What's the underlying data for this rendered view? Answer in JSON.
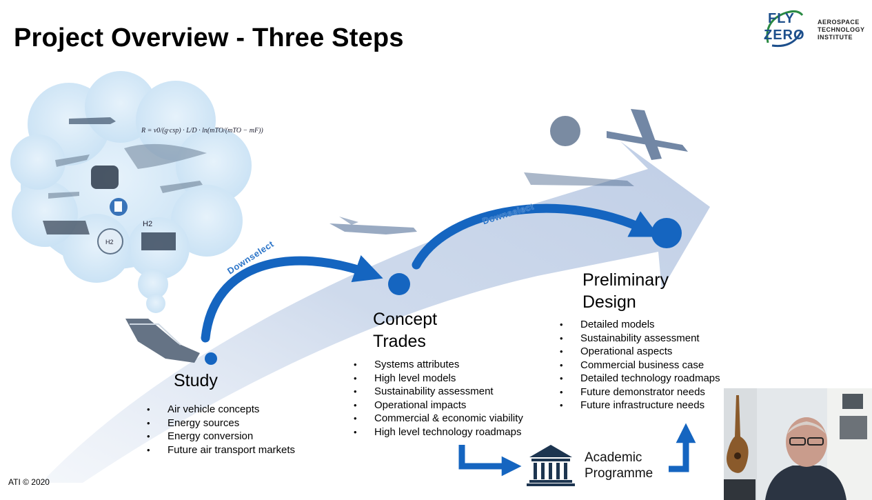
{
  "slide": {
    "title": "Project Overview - Three Steps",
    "footer": "ATI © 2020"
  },
  "logo": {
    "fly": "FLY",
    "zero": "ZERO",
    "institute_lines": [
      "AEROSPACE",
      "TECHNOLOGY",
      "INSTITUTE"
    ]
  },
  "arrows": {
    "downselect_1": "Downselect",
    "downselect_2": "Downselect"
  },
  "stages": {
    "study": {
      "title": "Study",
      "bullets": [
        "Air vehicle concepts",
        "Energy sources",
        "Energy conversion",
        "Future air transport markets"
      ]
    },
    "concept": {
      "title_lines": [
        "Concept",
        "Trades"
      ],
      "bullets": [
        "Systems attributes",
        "High level models",
        "Sustainability assessment",
        "Operational impacts",
        "Commercial & economic viability",
        "High level technology roadmaps"
      ]
    },
    "preliminary": {
      "title_lines": [
        "Preliminary",
        "Design"
      ],
      "bullets": [
        "Detailed models",
        "Sustainability assessment",
        "Operational aspects",
        "Commercial business case",
        "Detailed technology roadmaps",
        "Future demonstrator needs",
        "Future infrastructure needs"
      ]
    }
  },
  "academic": {
    "lines": [
      "Academic",
      "Programme"
    ]
  },
  "thought_cloud": {
    "formula": "R = v0/(g·csp) · L/D · ln(mTO/(mTO − mF))",
    "h2_label": "H2",
    "h2_tank_label": "H2"
  },
  "colors": {
    "arrow_light": "#c9d6ea",
    "arrow_dark": "#1565c0",
    "dot": "#1565c0",
    "cloud": "#cfe6f7",
    "logo_blue": "#1d4f8c"
  }
}
